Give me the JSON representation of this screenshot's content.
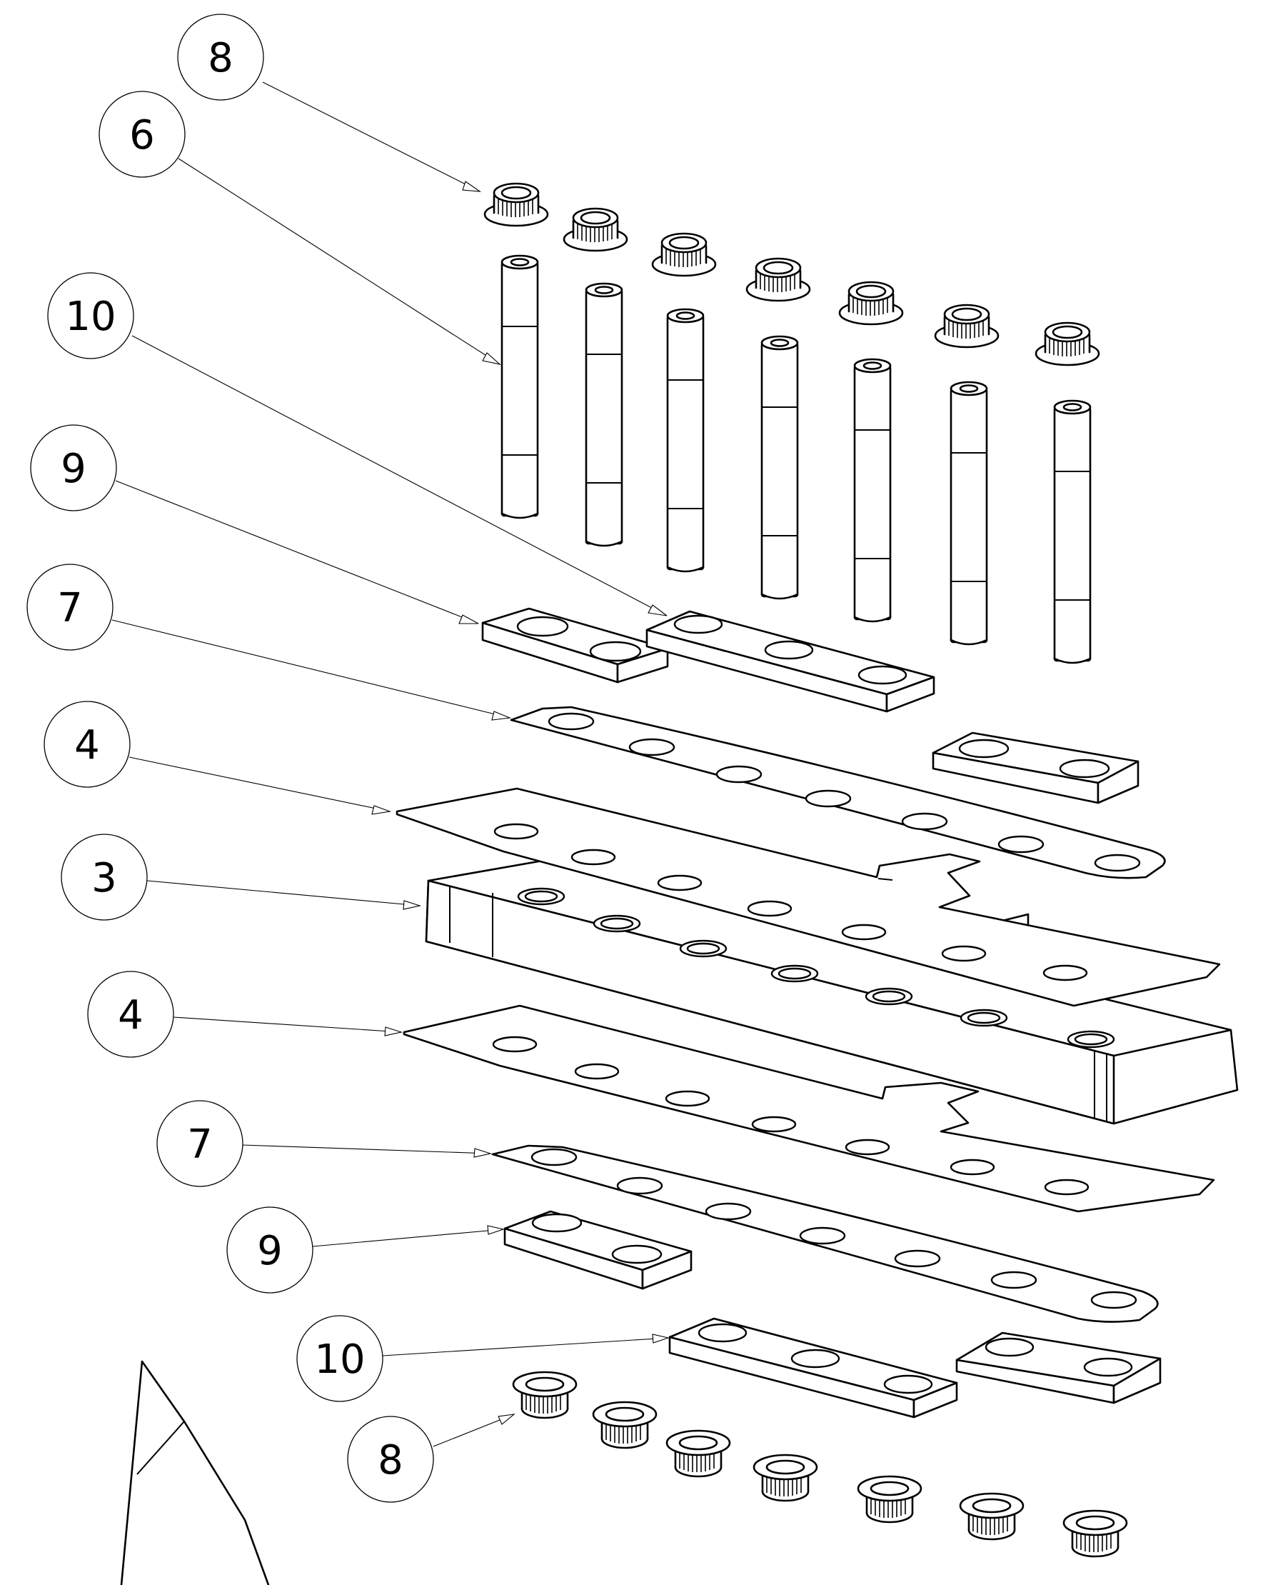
{
  "callouts": [
    {
      "label": "8"
    },
    {
      "label": "6"
    },
    {
      "label": "10"
    },
    {
      "label": "9"
    },
    {
      "label": "7"
    },
    {
      "label": "4"
    },
    {
      "label": "3"
    },
    {
      "label": "4"
    },
    {
      "label": "7"
    },
    {
      "label": "9"
    },
    {
      "label": "10"
    },
    {
      "label": "8"
    }
  ]
}
